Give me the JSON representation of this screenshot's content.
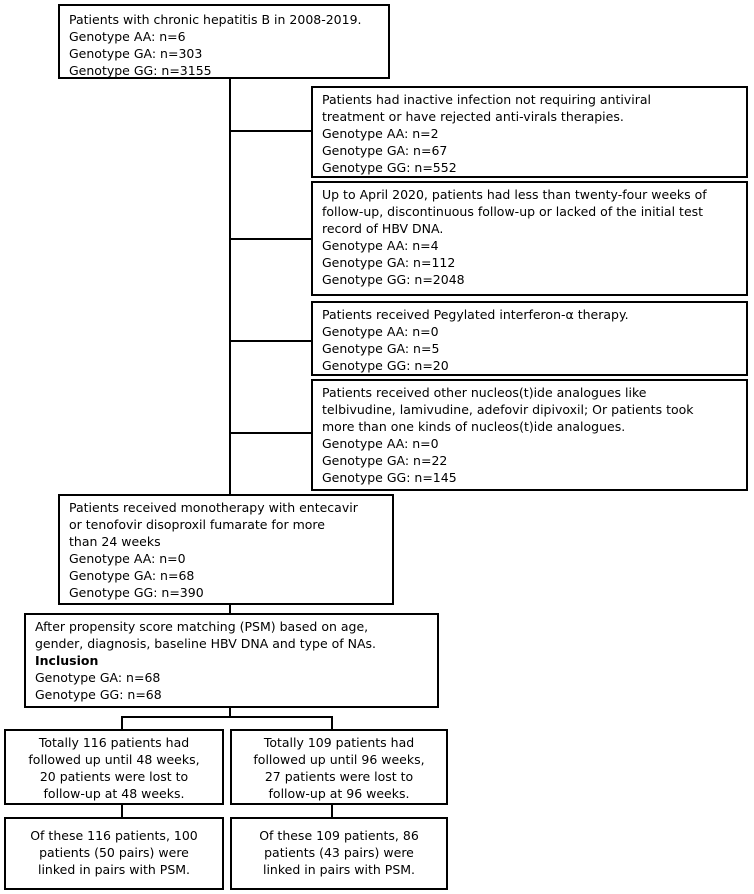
{
  "start": {
    "title": "Patients with chronic hepatitis B in 2008-2019.",
    "lines": [
      "Genotype AA: n=6",
      "Genotype GA: n=303",
      "Genotype GG: n=3155"
    ]
  },
  "exclusions": [
    {
      "text": [
        "Patients had inactive infection not requiring antiviral",
        "treatment or have rejected anti-virals therapies."
      ],
      "lines": [
        "Genotype AA: n=2",
        "Genotype GA: n=67",
        "Genotype GG: n=552"
      ]
    },
    {
      "text": [
        "Up to April 2020, patients had less than  twenty-four weeks of",
        "follow-up, discontinuous follow-up or lacked of the initial test",
        "record of HBV DNA."
      ],
      "lines": [
        "Genotype AA: n=4",
        "Genotype GA: n=112",
        "Genotype GG: n=2048"
      ]
    },
    {
      "text": [
        "Patients received Pegylated interferon-α therapy."
      ],
      "lines": [
        "Genotype AA: n=0",
        "Genotype GA: n=5",
        "Genotype GG: n=20"
      ]
    },
    {
      "text": [
        "Patients received other nucleos(t)ide analogues like",
        "telbivudine, lamivudine, adefovir dipivoxil; Or patients took",
        "more than one kinds of nucleos(t)ide analogues."
      ],
      "lines": [
        "Genotype AA: n=0",
        "Genotype GA: n=22",
        "Genotype GG: n=145"
      ]
    }
  ],
  "monotherapy": {
    "text": [
      "Patients received monotherapy with entecavir",
      "or tenofovir disoproxil fumarate for more",
      "than 24 weeks"
    ],
    "lines": [
      "Genotype AA: n=0",
      "Genotype GA: n=68",
      "Genotype GG: n=390"
    ]
  },
  "psm": {
    "text": [
      "After propensity score matching (PSM) based on age,",
      "gender, diagnosis, baseline HBV DNA and type of NAs."
    ],
    "heading": "Inclusion",
    "lines": [
      "Genotype GA: n=68",
      "Genotype GG: n=68"
    ]
  },
  "followup": [
    {
      "lines": [
        "Totally 116 patients had",
        "followed up until 48 weeks,",
        "20 patients were lost to",
        "follow-up at 48 weeks."
      ]
    },
    {
      "lines": [
        "Totally 109 patients had",
        "followed up until 96 weeks,",
        "27 patients were lost to",
        "follow-up at 96 weeks."
      ]
    }
  ],
  "paired": [
    {
      "lines": [
        "Of these 116 patients, 100",
        "patients (50 pairs) were",
        "linked in pairs with PSM."
      ]
    },
    {
      "lines": [
        "Of these 109 patients, 86",
        "patients (43 pairs) were",
        "linked in pairs with PSM."
      ]
    }
  ]
}
